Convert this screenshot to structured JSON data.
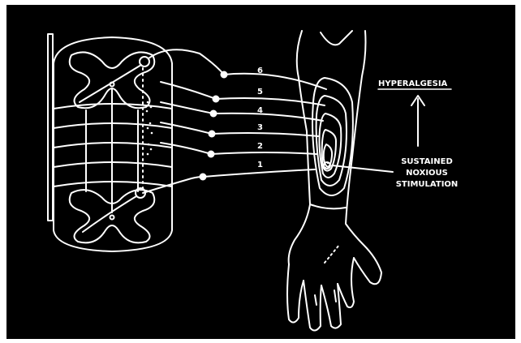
{
  "diagram": {
    "segment_numbers": [
      "6",
      "5",
      "4",
      "3",
      "2",
      "1"
    ],
    "hyperalgesia_label": "HYPERALGESIA",
    "stimulus_lines": [
      "SUSTAINED",
      "NOXIOUS",
      "STIMULATION"
    ]
  },
  "colors": {
    "background": "#000000",
    "border": "#ffffff",
    "ink": "#ffffff"
  }
}
